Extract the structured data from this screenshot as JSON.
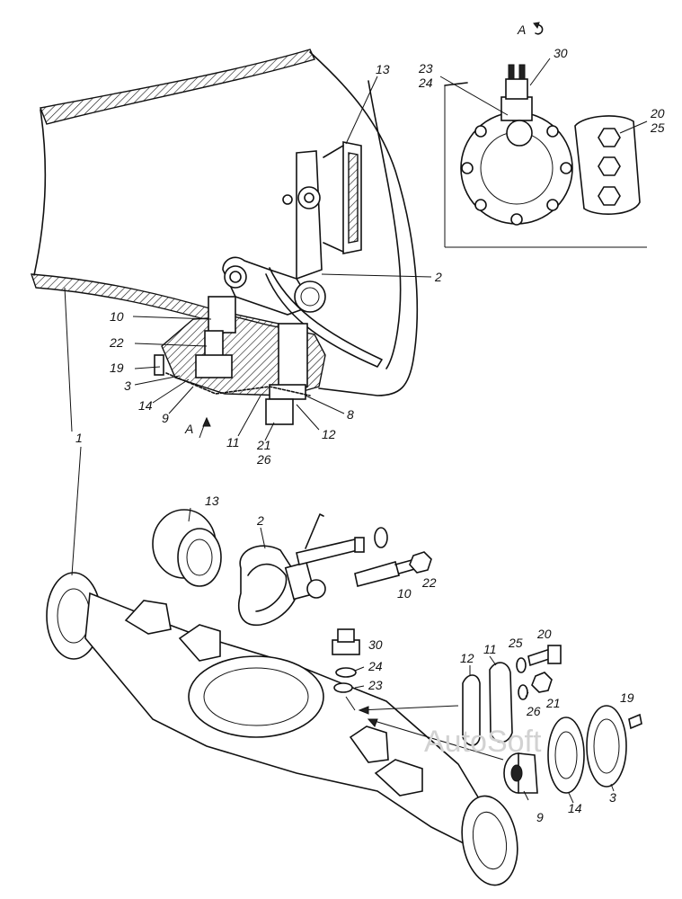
{
  "view_label": "А",
  "watermark": "AutoSoft",
  "callouts": [
    {
      "id": "c-13-top",
      "text": "13"
    },
    {
      "id": "c-2-top",
      "text": "2"
    },
    {
      "id": "c-10-top",
      "text": "10"
    },
    {
      "id": "c-22-top",
      "text": "22"
    },
    {
      "id": "c-19-top",
      "text": "19"
    },
    {
      "id": "c-3-top",
      "text": "3"
    },
    {
      "id": "c-14-top",
      "text": "14"
    },
    {
      "id": "c-9-top",
      "text": "9"
    },
    {
      "id": "c-11-top",
      "text": "11"
    },
    {
      "id": "c-21-top",
      "text": "21"
    },
    {
      "id": "c-26-top",
      "text": "26"
    },
    {
      "id": "c-12-top",
      "text": "12"
    },
    {
      "id": "c-8-top",
      "text": "8"
    },
    {
      "id": "c-1",
      "text": "1"
    },
    {
      "id": "c-23-inset",
      "text": "23"
    },
    {
      "id": "c-24-inset",
      "text": "24"
    },
    {
      "id": "c-30-inset",
      "text": "30"
    },
    {
      "id": "c-20-inset",
      "text": "20"
    },
    {
      "id": "c-25-inset",
      "text": "25"
    },
    {
      "id": "c-13-exp",
      "text": "13"
    },
    {
      "id": "c-2-exp",
      "text": "2"
    },
    {
      "id": "c-10-exp",
      "text": "10"
    },
    {
      "id": "c-22-exp",
      "text": "22"
    },
    {
      "id": "c-30-exp",
      "text": "30"
    },
    {
      "id": "c-24-exp",
      "text": "24"
    },
    {
      "id": "c-23-exp",
      "text": "23"
    },
    {
      "id": "c-12-exp",
      "text": "12"
    },
    {
      "id": "c-11-exp",
      "text": "11"
    },
    {
      "id": "c-25-exp",
      "text": "25"
    },
    {
      "id": "c-20-exp",
      "text": "20"
    },
    {
      "id": "c-26-exp",
      "text": "26"
    },
    {
      "id": "c-21-exp",
      "text": "21"
    },
    {
      "id": "c-19-exp",
      "text": "19"
    },
    {
      "id": "c-9-exp",
      "text": "9"
    },
    {
      "id": "c-14-exp",
      "text": "14"
    },
    {
      "id": "c-3-exp",
      "text": "3"
    }
  ]
}
